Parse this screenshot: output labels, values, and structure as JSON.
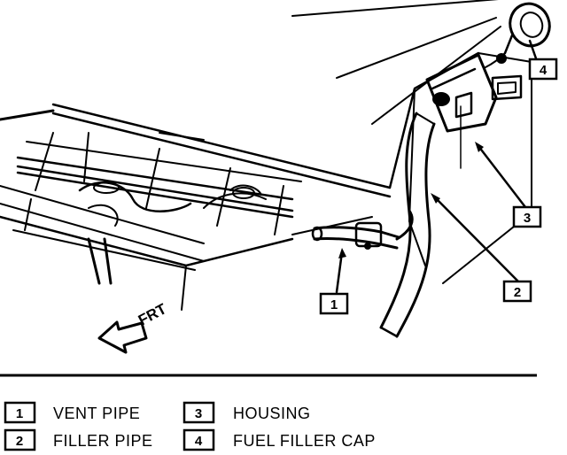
{
  "direction_label": "FRT",
  "callouts": [
    {
      "number": "1"
    },
    {
      "number": "2"
    },
    {
      "number": "3"
    },
    {
      "number": "4"
    }
  ],
  "legend": [
    {
      "number": "1",
      "label": "VENT PIPE"
    },
    {
      "number": "2",
      "label": "FILLER PIPE"
    },
    {
      "number": "3",
      "label": "HOUSING"
    },
    {
      "number": "4",
      "label": "FUEL FILLER CAP"
    }
  ]
}
